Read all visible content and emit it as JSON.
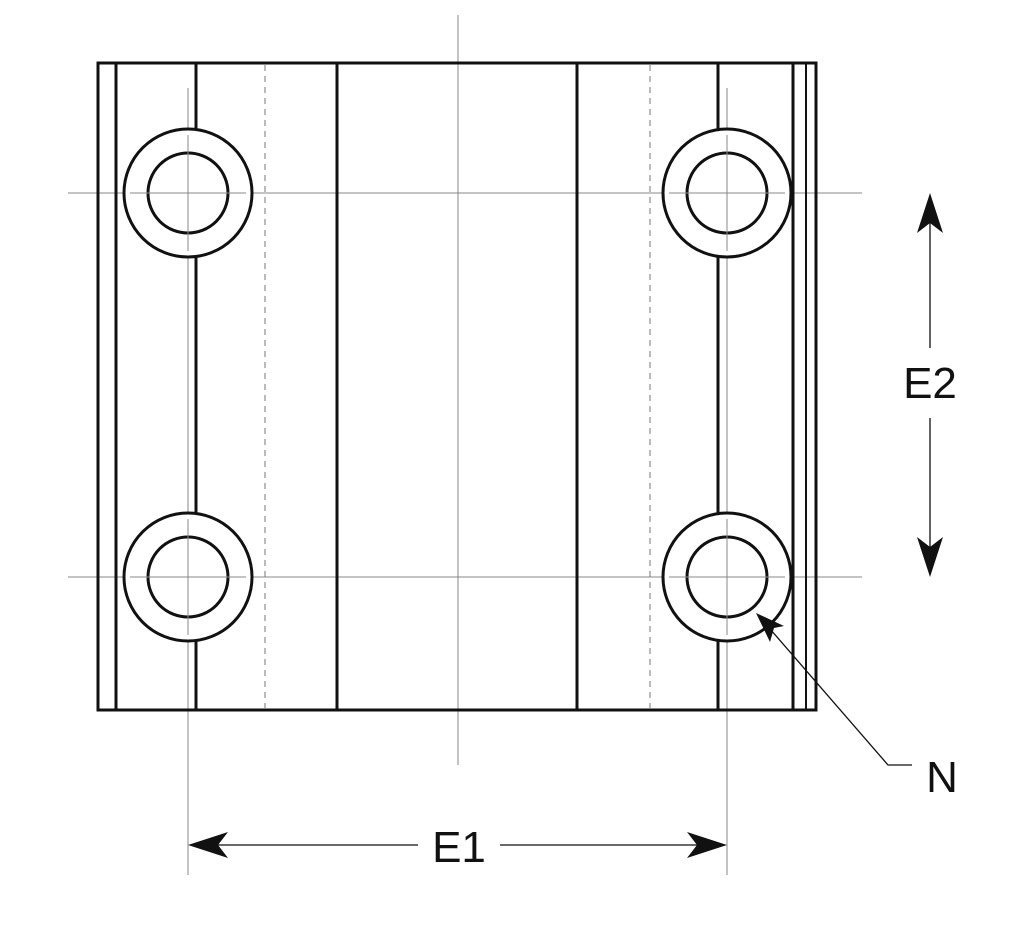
{
  "dimensions": {
    "horizontal": "E1",
    "vertical": "E2",
    "callout": "N"
  },
  "features": {
    "mounting_holes": 4,
    "counterbore": true
  },
  "colors": {
    "line": "#111111",
    "center_line": "#8a8a8a",
    "background": "#ffffff"
  }
}
